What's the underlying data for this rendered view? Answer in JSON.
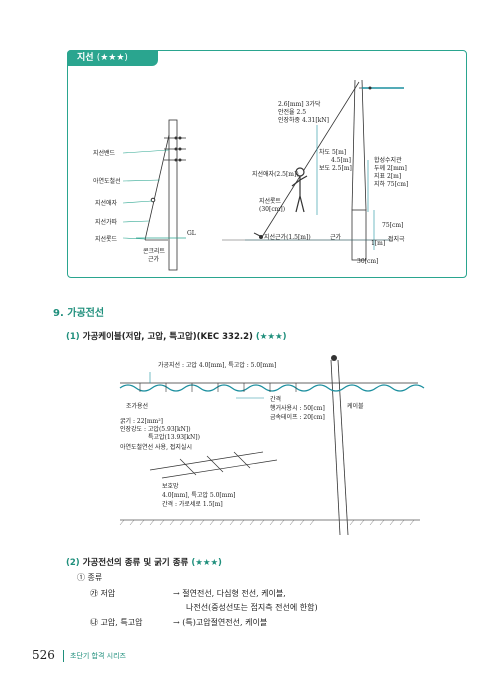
{
  "box": {
    "tag_label": "지선",
    "tag_stars": "(★★★)"
  },
  "fig1": {
    "left_labels": [
      "지선밴드",
      "아연도철선",
      "지선애자",
      "지선가따",
      "지선롯드",
      "콘크리트",
      "근가"
    ],
    "gl": "GL",
    "right_labels": {
      "wire1": "2.6[mm] 3가닥",
      "wire2": "안전율 2.5",
      "wire3": "인장하중 4.31[kN]",
      "road1": "차도 5[m]",
      "road2": "4.5[m]",
      "road3": "보도 2.5[m]",
      "insulator": "지선애자(2.5[m])",
      "rod1": "지선롯트",
      "rod2": "(30[cm])",
      "pipe1": "합성수지관",
      "pipe2": "두께 2[mm]",
      "pipe3": "지표 2[m]",
      "pipe4": "지하 75[cm]",
      "anchor": "지선근가(1.5[m])",
      "keunga": "근가",
      "d75": "75[cm]",
      "d1m": "1[m]",
      "ground": "접지극",
      "d30": "30[cm]"
    }
  },
  "section9": {
    "title": "9. 가공전선"
  },
  "sub1": {
    "num": "(1)",
    "title": "가공케이블(저압, 고압, 특고압)(KEC 332.2)",
    "stars": "(★★★)"
  },
  "fig2": {
    "messenger": "가공지선 : 고압 4.0[mm], 특고압 : 5.0[mm]",
    "jogayong": "조가용선",
    "spec1": "굵기 : 22[mm²]",
    "spec2": "인장강도 : 고압(5.93[kN])",
    "spec3": "특고압(13.93[kN])",
    "spec4": "아연도철연선 사용, 접지실시",
    "gap1": "간격",
    "gap2": "행거사용시 : 50[cm]",
    "gap3": "금속테이프 : 20[cm]",
    "cable": "케이블",
    "prot1": "보호망",
    "prot2": "4.0[mm], 특고압 5.0[mm]",
    "prot3": "간격 : 가로세로 1.5[m]"
  },
  "sub2": {
    "num": "(2)",
    "title": "가공전선의 종류 및 굵기 종류",
    "stars": "(★★★)"
  },
  "list": {
    "item1": "① 종류",
    "a_label": "㉮ 저압",
    "a_arrow": "→ 절연전선, 다심형 전선, 케이블,",
    "a_cont": "나전선(중성선또는 접지측 전선에 한함)",
    "b_label": "㉯ 고압, 특고압",
    "b_arrow": "→ (특)고압절연전선, 케이블"
  },
  "footer": {
    "page": "526",
    "series": "초단기 합격 시리즈"
  }
}
